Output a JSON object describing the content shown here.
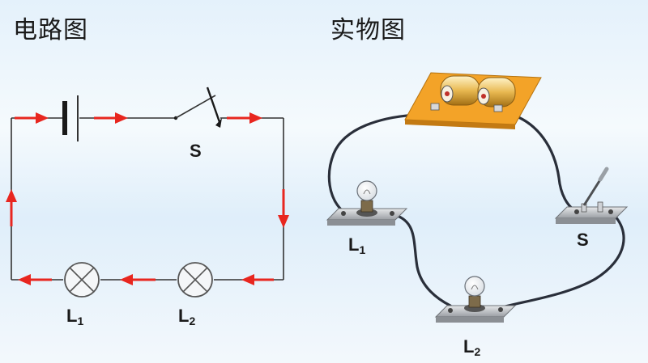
{
  "headings": {
    "circuit": "电路图",
    "physical": "实物图"
  },
  "labels": {
    "switch_schematic": "S",
    "lamp1_schematic": {
      "letter": "L",
      "index": "1"
    },
    "lamp2_schematic": {
      "letter": "L",
      "index": "2"
    },
    "switch_physical": "S",
    "lamp1_physical": {
      "letter": "L",
      "index": "1"
    },
    "lamp2_physical": {
      "letter": "L",
      "index": "2"
    }
  },
  "colors": {
    "wire": "#333333",
    "arrow": "#e8261f",
    "physical_wire": "#2a2f3a",
    "board": "#f3a328",
    "base": "#bfc2c6"
  }
}
